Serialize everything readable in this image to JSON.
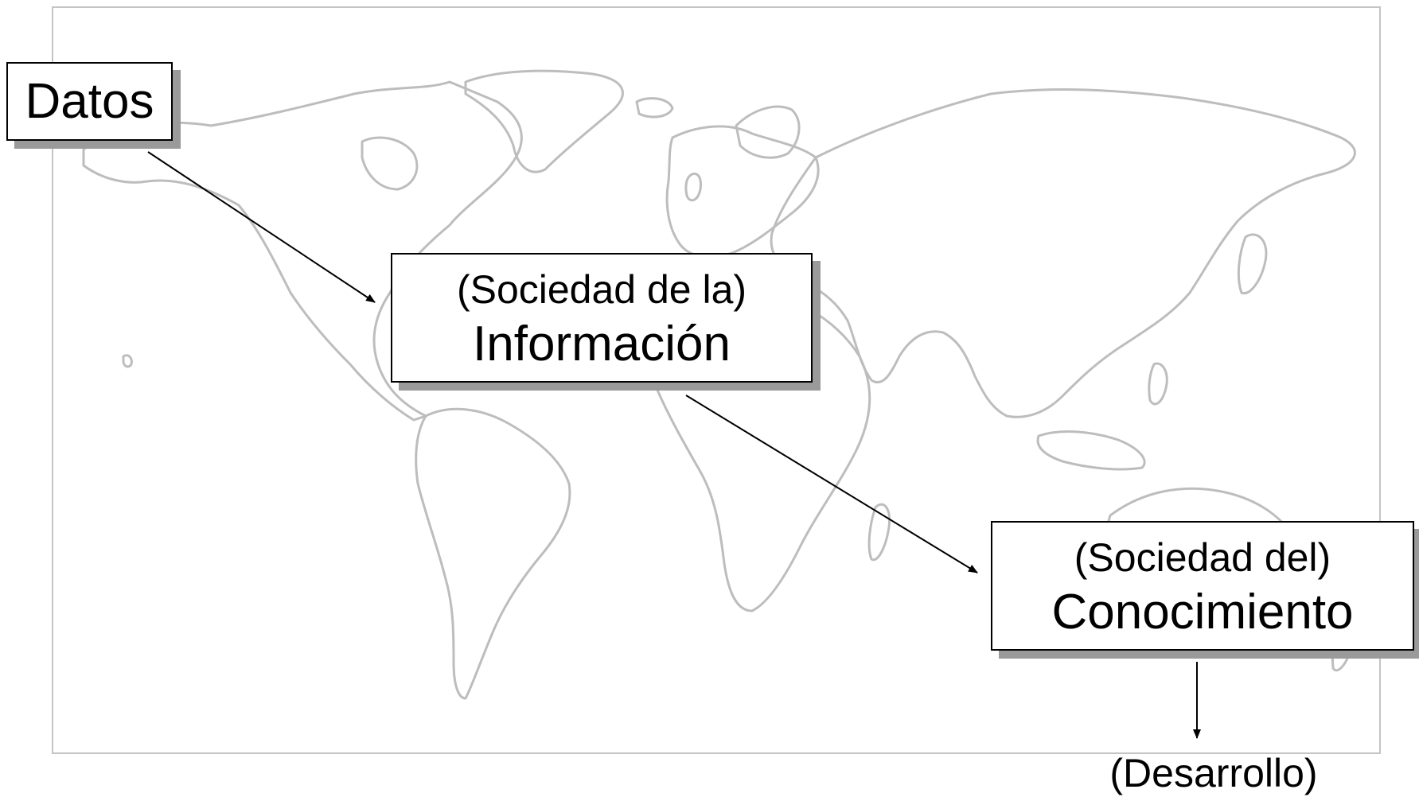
{
  "diagram": {
    "nodes": {
      "datos": "Datos",
      "informacion": {
        "prefix": "(Sociedad de la)",
        "title": "Información"
      },
      "conocimiento": {
        "prefix": "(Sociedad del)",
        "title": "Conocimiento"
      },
      "desarrollo": "(Desarrollo)"
    },
    "edges": [
      {
        "from": "datos",
        "to": "informacion"
      },
      {
        "from": "informacion",
        "to": "conocimiento"
      },
      {
        "from": "conocimiento",
        "to": "desarrollo"
      }
    ],
    "background": "world-map",
    "colors": {
      "map_outline": "#bdbdbd",
      "box_shadow": "#9a9a9a",
      "text": "#000000"
    }
  }
}
